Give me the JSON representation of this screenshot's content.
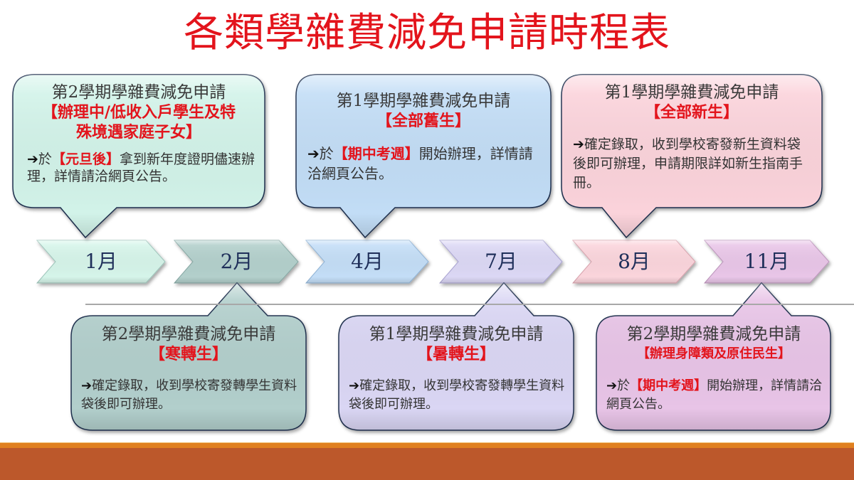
{
  "title": "各類學雜費減免申請時程表",
  "colors": {
    "title": "#e3141c",
    "highlight": "#e3141c",
    "month_text": "#1f2f5a",
    "footer_stripe": "#e08020",
    "footer_band": "#bc582b"
  },
  "timeline": {
    "months": [
      {
        "label": "1月",
        "color": "#d6f5ea"
      },
      {
        "label": "2月",
        "color": "#b3d0cc"
      },
      {
        "label": "4月",
        "color": "#c4def7"
      },
      {
        "label": "7月",
        "color": "#dcd8f5"
      },
      {
        "label": "8月",
        "color": "#fbd5dc"
      },
      {
        "label": "11月",
        "color": "#e9c6e8"
      }
    ]
  },
  "callouts": [
    {
      "month": "1月",
      "position": "top",
      "color": "#d2f3e9",
      "heading": "第2學期學雜費減免申請",
      "tag_line1": "【辦理中/低收入戶學生及特",
      "tag_line2": "殊境遇家庭子女】",
      "body_arrow": "➔",
      "body_pre": "於",
      "body_highlight": "【元旦後】",
      "body_post": "拿到新年度證明儘速辦理，詳情請洽網頁公告。"
    },
    {
      "month": "4月",
      "position": "top",
      "color": "#c2ddf6",
      "heading": "第1學期學雜費減免申請",
      "tag_line1": "【全部舊生】",
      "body_arrow": "➔",
      "body_pre": "於",
      "body_highlight": "【期中考週】",
      "body_post": "開始辦理，詳情請洽網頁公告。"
    },
    {
      "month": "8月",
      "position": "top",
      "color": "#fbd3db",
      "heading": "第1學期學雜費減免申請",
      "tag_line1": "【全部新生】",
      "body_arrow": "➔",
      "body_pre": "確定錄取，收到學校寄發新生資料袋後即可辦理，申請期限詳如新生指南手冊。",
      "body_highlight": "",
      "body_post": ""
    },
    {
      "month": "2月",
      "position": "bottom",
      "color": "#b2cfcc",
      "heading": "第2學期學雜費減免申請",
      "tag_line1": "【寒轉生】",
      "body_arrow": "➔",
      "body_pre": "確定錄取，收到學校寄發轉學生資料袋後即可辦理。",
      "body_highlight": "",
      "body_post": ""
    },
    {
      "month": "7月",
      "position": "bottom",
      "color": "#dad6f4",
      "heading": "第1學期學雜費減免申請",
      "tag_line1": "【暑轉生】",
      "body_arrow": "➔",
      "body_pre": "確定錄取，收到學校寄發轉學生資料袋後即可辦理。",
      "body_highlight": "",
      "body_post": ""
    },
    {
      "month": "11月",
      "position": "bottom",
      "color": "#e8c4e7",
      "heading": "第2學期學雜費減免申請",
      "tag_line1": "【辦理身障類及原住民生】",
      "body_arrow": "➔",
      "body_pre": "於",
      "body_highlight": "【期中考週】",
      "body_post": "開始辦理，詳情請洽網頁公告。"
    }
  ]
}
